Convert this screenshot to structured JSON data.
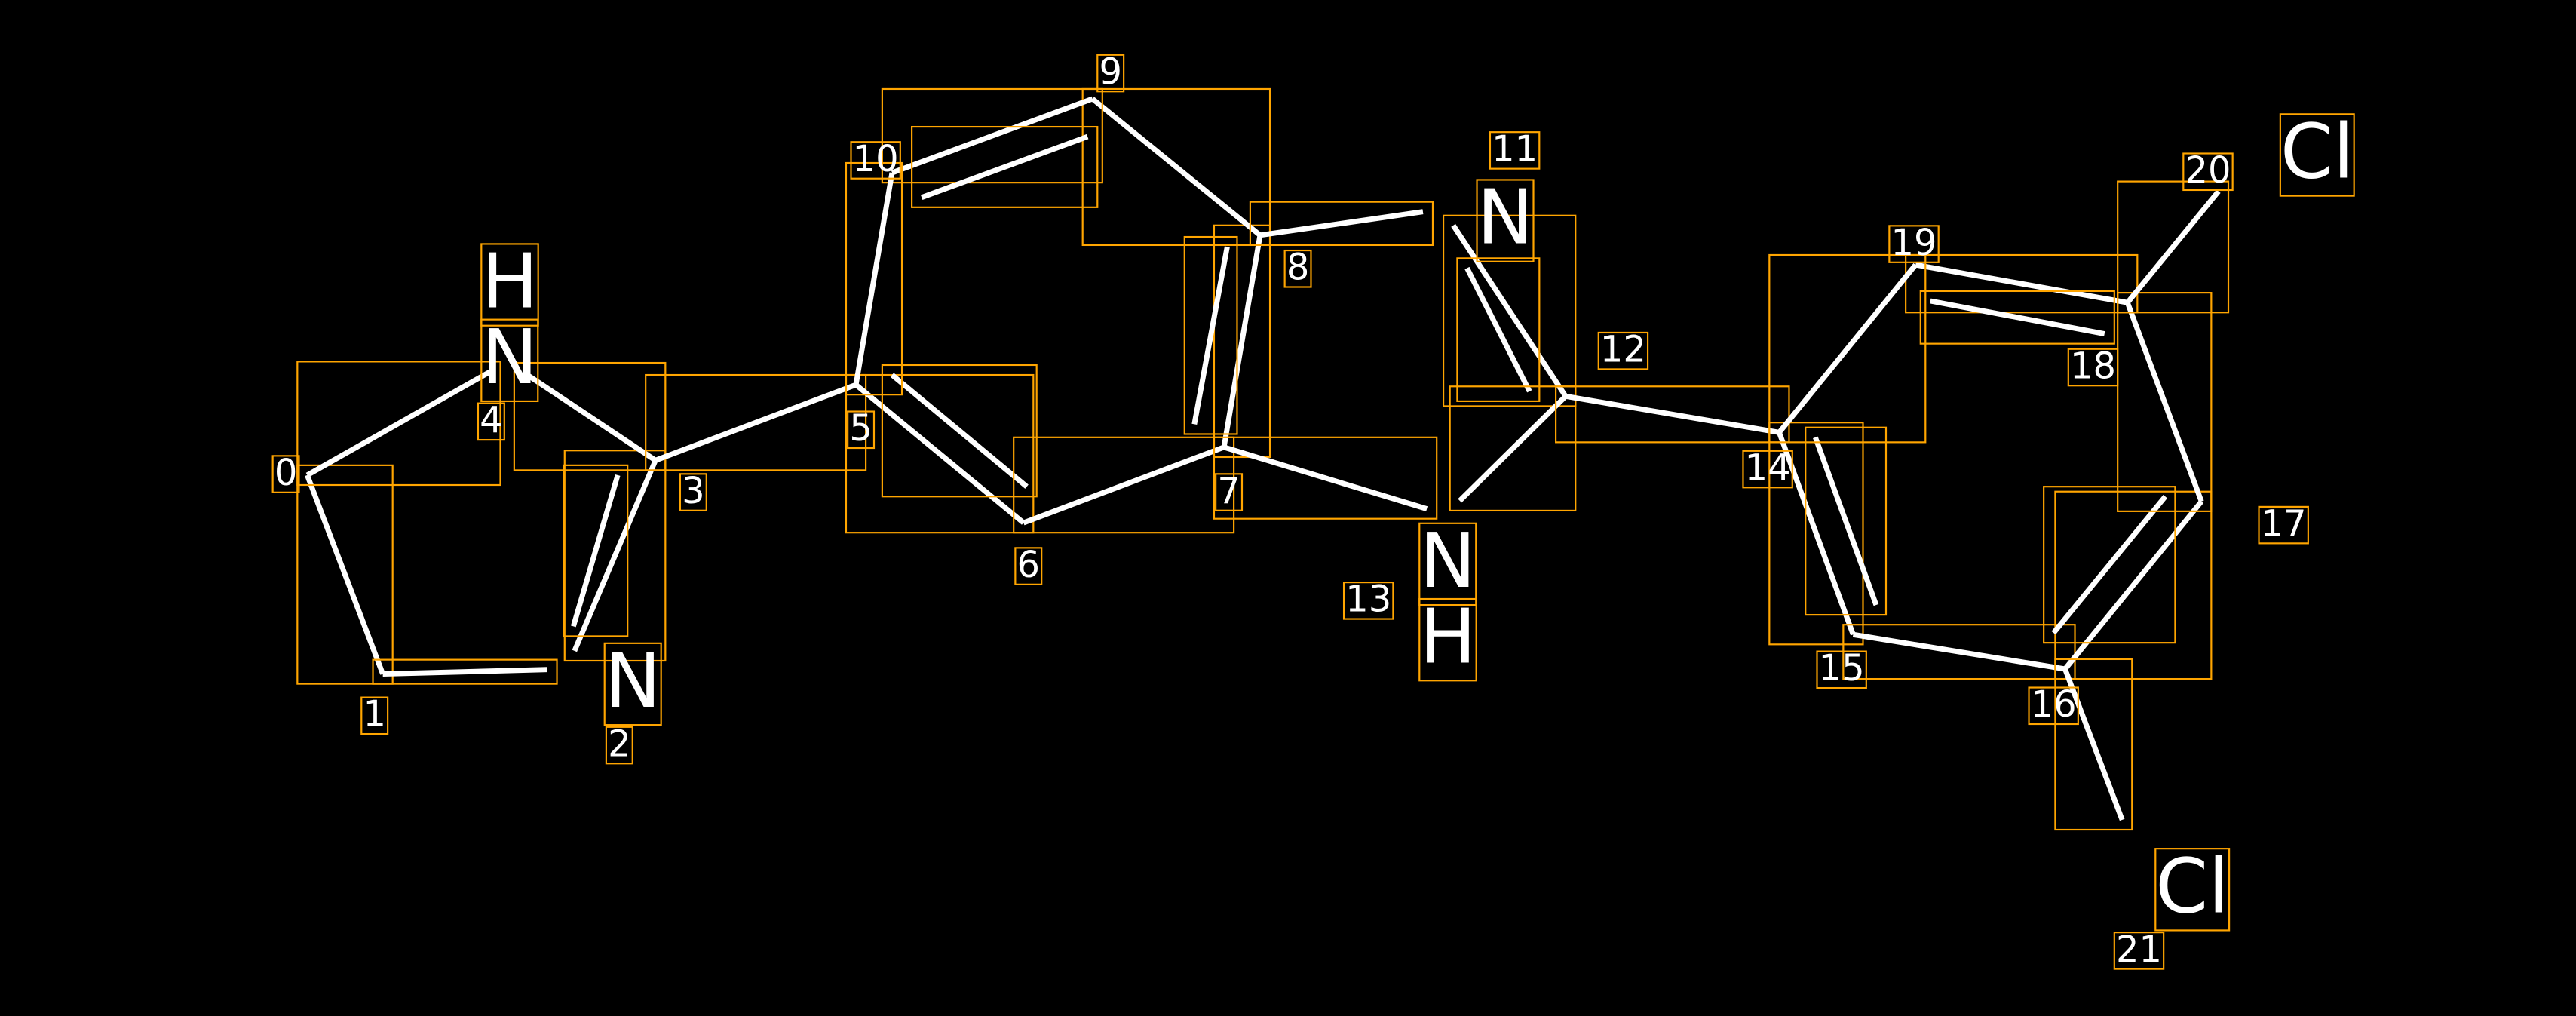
{
  "colors": {
    "background": "#000000",
    "bond": "#ffffff",
    "box": "#ffa500",
    "text": "#ffffff"
  },
  "atom_indices": [
    "0",
    "1",
    "2",
    "3",
    "4",
    "5",
    "6",
    "7",
    "8",
    "9",
    "10",
    "11",
    "12",
    "13",
    "14",
    "15",
    "16",
    "17",
    "18",
    "19",
    "20",
    "21"
  ],
  "element_labels": [
    {
      "atom": "2",
      "text": "N"
    },
    {
      "atom": "4",
      "text": "N",
      "h": "H"
    },
    {
      "atom": "11",
      "text": "N"
    },
    {
      "atom": "13",
      "text": "N",
      "h": "H"
    },
    {
      "atom": "20",
      "text": "Cl"
    },
    {
      "atom": "21",
      "text": "Cl"
    }
  ],
  "bonds": [
    {
      "a": 0,
      "b": 1,
      "order": 1
    },
    {
      "a": 1,
      "b": 2,
      "order": 1
    },
    {
      "a": 2,
      "b": 3,
      "order": 2
    },
    {
      "a": 3,
      "b": 4,
      "order": 1
    },
    {
      "a": 4,
      "b": 0,
      "order": 1
    },
    {
      "a": 3,
      "b": 5,
      "order": 1
    },
    {
      "a": 5,
      "b": 6,
      "order": 2
    },
    {
      "a": 6,
      "b": 7,
      "order": 1
    },
    {
      "a": 7,
      "b": 8,
      "order": 2
    },
    {
      "a": 8,
      "b": 9,
      "order": 1
    },
    {
      "a": 9,
      "b": 10,
      "order": 2
    },
    {
      "a": 10,
      "b": 5,
      "order": 1
    },
    {
      "a": 8,
      "b": 11,
      "order": 1
    },
    {
      "a": 11,
      "b": 12,
      "order": 2
    },
    {
      "a": 12,
      "b": 13,
      "order": 1
    },
    {
      "a": 13,
      "b": 7,
      "order": 1
    },
    {
      "a": 12,
      "b": 14,
      "order": 1
    },
    {
      "a": 14,
      "b": 15,
      "order": 2
    },
    {
      "a": 15,
      "b": 16,
      "order": 1
    },
    {
      "a": 16,
      "b": 17,
      "order": 2
    },
    {
      "a": 17,
      "b": 18,
      "order": 1
    },
    {
      "a": 18,
      "b": 19,
      "order": 2
    },
    {
      "a": 19,
      "b": 14,
      "order": 1
    },
    {
      "a": 18,
      "b": 20,
      "order": 1
    },
    {
      "a": 16,
      "b": 21,
      "order": 1
    }
  ]
}
